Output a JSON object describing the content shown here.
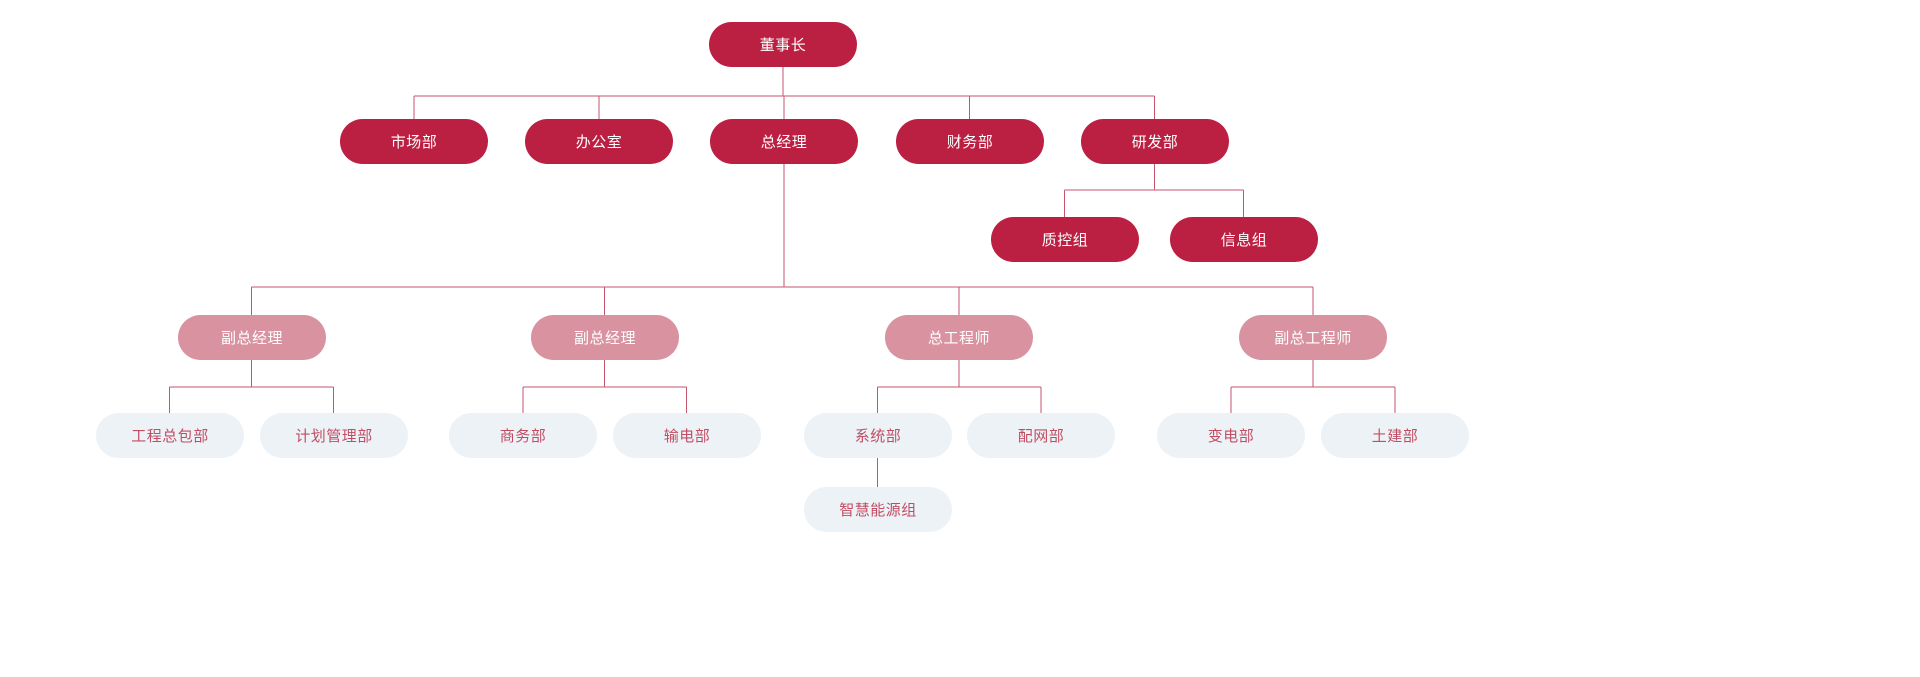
{
  "diagram": {
    "type": "org-chart",
    "nodes": {
      "chairman": {
        "label": "董事长",
        "tier": "primary",
        "parent": null
      },
      "marketing": {
        "label": "市场部",
        "tier": "primary",
        "parent": "chairman"
      },
      "office": {
        "label": "办公室",
        "tier": "primary",
        "parent": "chairman"
      },
      "general_manager": {
        "label": "总经理",
        "tier": "primary",
        "parent": "chairman"
      },
      "finance": {
        "label": "财务部",
        "tier": "primary",
        "parent": "chairman"
      },
      "rnd": {
        "label": "研发部",
        "tier": "primary",
        "parent": "chairman"
      },
      "quality_control": {
        "label": "质控组",
        "tier": "primary",
        "parent": "rnd"
      },
      "information": {
        "label": "信息组",
        "tier": "primary",
        "parent": "rnd"
      },
      "deputy_gm_1": {
        "label": "副总经理",
        "tier": "secondary",
        "parent": "general_manager"
      },
      "deputy_gm_2": {
        "label": "副总经理",
        "tier": "secondary",
        "parent": "general_manager"
      },
      "chief_engineer": {
        "label": "总工程师",
        "tier": "secondary",
        "parent": "general_manager"
      },
      "deputy_chief_engineer": {
        "label": "副总工程师",
        "tier": "secondary",
        "parent": "general_manager"
      },
      "epc": {
        "label": "工程总包部",
        "tier": "tertiary",
        "parent": "deputy_gm_1"
      },
      "planning": {
        "label": "计划管理部",
        "tier": "tertiary",
        "parent": "deputy_gm_1"
      },
      "business": {
        "label": "商务部",
        "tier": "tertiary",
        "parent": "deputy_gm_2"
      },
      "transmission": {
        "label": "输电部",
        "tier": "tertiary",
        "parent": "deputy_gm_2"
      },
      "system": {
        "label": "系统部",
        "tier": "tertiary",
        "parent": "chief_engineer"
      },
      "distribution": {
        "label": "配网部",
        "tier": "tertiary",
        "parent": "chief_engineer"
      },
      "substation": {
        "label": "变电部",
        "tier": "tertiary",
        "parent": "deputy_chief_engineer"
      },
      "civil": {
        "label": "土建部",
        "tier": "tertiary",
        "parent": "deputy_chief_engineer"
      },
      "smart_energy": {
        "label": "智慧能源组",
        "tier": "tertiary",
        "parent": "system"
      }
    },
    "colors": {
      "primary_fill": "#bb1f42",
      "primary_text": "#ffffff",
      "secondary_fill": "#d892a0",
      "secondary_text": "#ffffff",
      "tertiary_fill": "#edf2f7",
      "tertiary_text": "#c24d63",
      "connector": "#c4566c",
      "background": "#ffffff"
    }
  }
}
